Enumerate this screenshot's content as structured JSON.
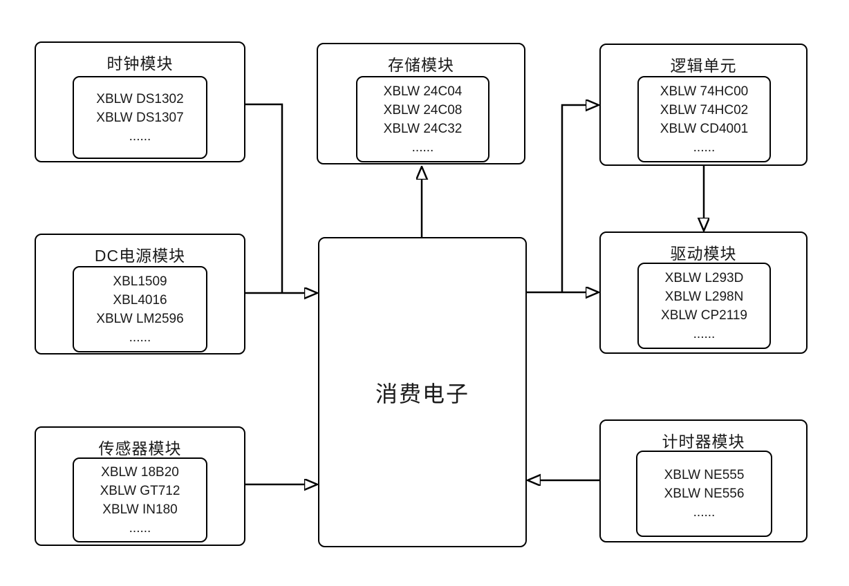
{
  "diagram": {
    "title": "consumer-electronics-module-diagram",
    "colors": {
      "line": "#000000",
      "background": "#ffffff",
      "text": "#1a1a1a"
    },
    "center": {
      "label": "消费电子"
    },
    "modules": [
      {
        "id": "clock",
        "title": "时钟模块",
        "items": [
          "XBLW DS1302",
          "XBLW DS1307",
          "......"
        ]
      },
      {
        "id": "storage",
        "title": "存储模块",
        "items": [
          "XBLW 24C04",
          "XBLW 24C08",
          "XBLW 24C32",
          "......"
        ]
      },
      {
        "id": "logic",
        "title": "逻辑单元",
        "items": [
          "XBLW 74HC00",
          "XBLW 74HC02",
          "XBLW CD4001",
          "......"
        ]
      },
      {
        "id": "dc_power",
        "title": "DC电源模块",
        "items": [
          "XBL1509",
          "XBL4016",
          "XBLW LM2596",
          "......"
        ]
      },
      {
        "id": "driver",
        "title": "驱动模块",
        "items": [
          "XBLW L293D",
          "XBLW L298N",
          "XBLW CP2119",
          "......"
        ]
      },
      {
        "id": "sensor",
        "title": "传感器模块",
        "items": [
          "XBLW 18B20",
          "XBLW GT712",
          "XBLW IN180",
          "......"
        ]
      },
      {
        "id": "timer",
        "title": "计时器模块",
        "items": [
          "XBLW NE555",
          "XBLW NE556",
          "......"
        ]
      }
    ],
    "connections": [
      {
        "from": "clock",
        "to": "center",
        "via": "elbow-down-joins-dc-line",
        "arrowhead": "right"
      },
      {
        "from": "dc_power",
        "to": "center",
        "arrowhead": "right"
      },
      {
        "from": "sensor",
        "to": "center",
        "arrowhead": "right"
      },
      {
        "from": "center",
        "to": "storage",
        "arrowhead": "up"
      },
      {
        "from": "center",
        "to": "driver",
        "arrowhead": "right"
      },
      {
        "from": "center",
        "to": "logic",
        "via": "branch-up-from-driver-line",
        "arrowhead": "right"
      },
      {
        "from": "logic",
        "to": "driver",
        "arrowhead": "down"
      },
      {
        "from": "timer",
        "to": "center",
        "arrowhead": "left"
      }
    ]
  }
}
